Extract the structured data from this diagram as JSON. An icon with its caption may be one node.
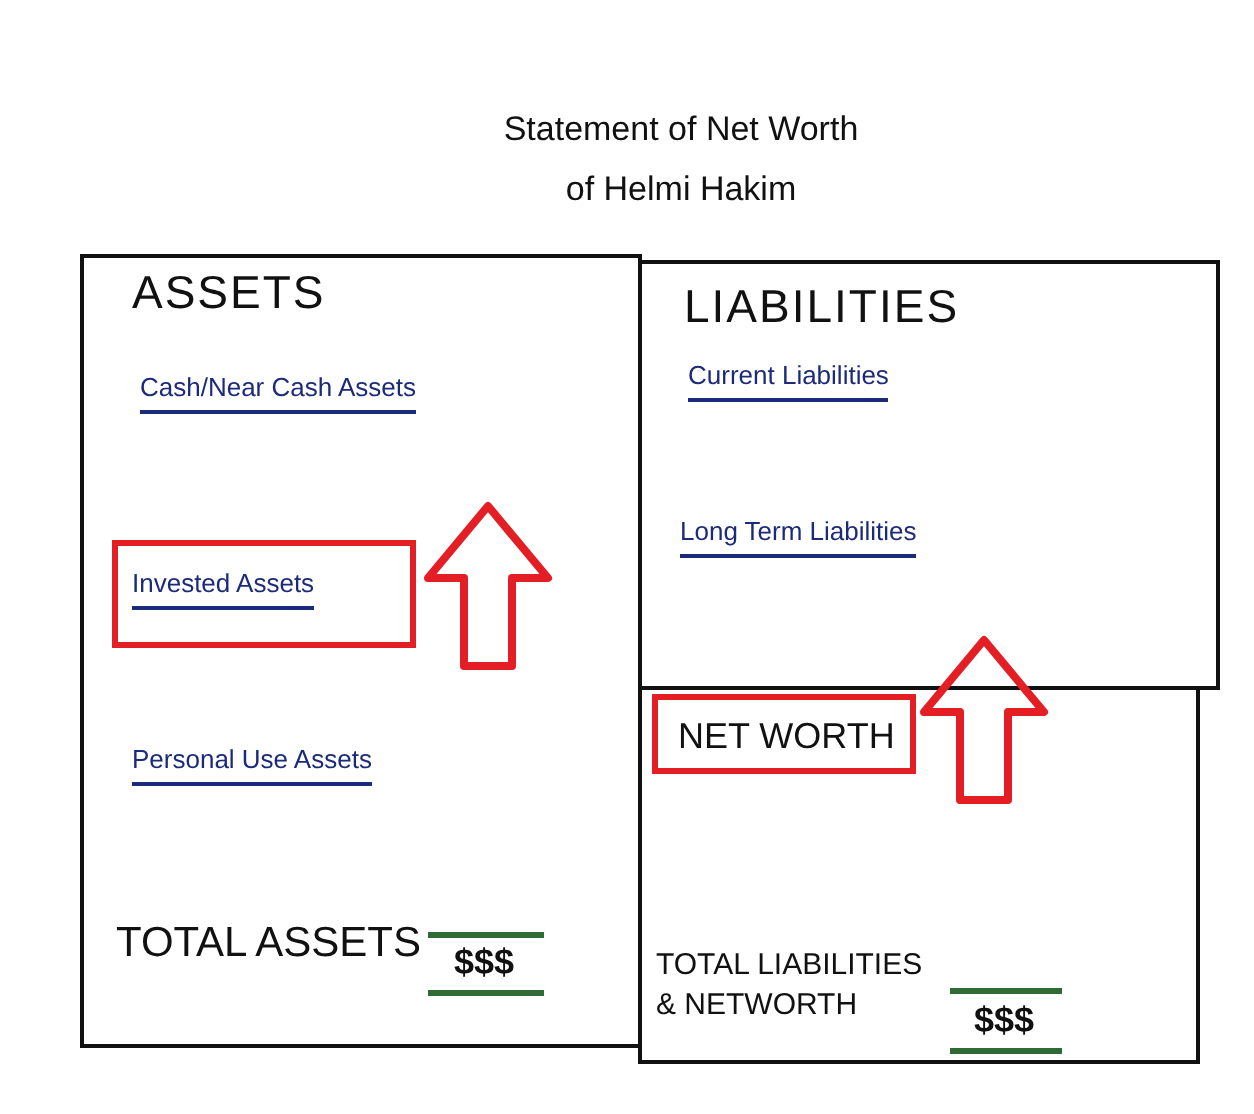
{
  "diagram": {
    "title": "Statement of Net Worth of Helmi Hakim",
    "nodes": [
      {
        "text": [
          "ASSETS",
          "Cash/Near Cash Assets",
          "Personal Use Assets",
          "TOTAL ASSETS",
          "$$$"
        ]
      },
      {
        "text": [
          "Invested Assets"
        ],
        "in": 0
      },
      {
        "text": [
          "LIABILITIES",
          "Current Liabilities",
          "Long Term Liabilities"
        ]
      },
      {
        "text": [
          "TOTAL LIABILITIES & NETWORTH",
          "$$$"
        ]
      },
      {
        "text": [
          "NET WORTH"
        ],
        "in": 3
      }
    ],
    "edges": [
      {
        "from": 4,
        "to": 2,
        "arrow": "to"
      }
    ]
  }
}
